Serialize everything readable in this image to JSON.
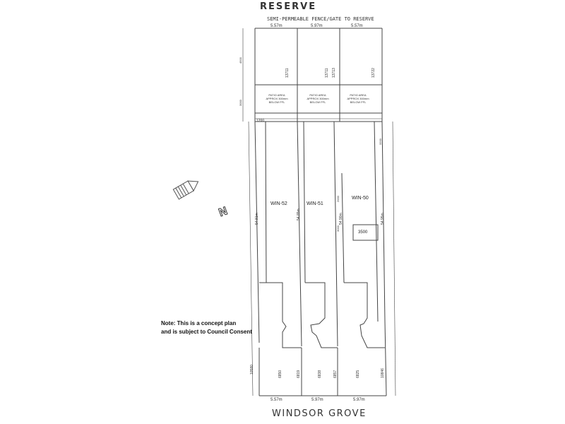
{
  "streets": {
    "top": "RESERVE",
    "bottom": "WINDSOR GROVE"
  },
  "fence_note": "SEMI-PERMEABLE FENCE/GATE TO RESERVE",
  "note": {
    "line1": "Note: This is a concept plan",
    "line2": "and is subject to Council Consent"
  },
  "lots": [
    {
      "id": "WIN-52",
      "length": "54.81m",
      "rear_depth": "13711",
      "front_depth": "6850",
      "front_depth2": "6819",
      "patio": [
        "PATIO AREA",
        "APPROX 300mm",
        "BELOW FFL"
      ],
      "top_width": "5.57m",
      "bottom_width": "5.57m"
    },
    {
      "id": "WIN-51",
      "length": "54.85m",
      "rear_depth": "13711",
      "front_depth": "6838",
      "front_depth2": "6857",
      "patio": [
        "PATIO AREA",
        "APPROX 300mm",
        "BELOW FFL"
      ],
      "top_width": "5.97m",
      "bottom_width": "5.97m"
    },
    {
      "id": "WIN-50",
      "length": "54.90m",
      "length2": "54.95m",
      "rear_depth": "13722",
      "rear_depth2": "13713",
      "front_depth": "6825",
      "patio": [
        "PATIO AREA",
        "APPROX 300mm",
        "BELOW FFL"
      ],
      "top_width": "5.57m",
      "bottom_width": "5.97m"
    }
  ],
  "dimensions": {
    "left_top": "4500",
    "left_mid": "3000",
    "left_bottom": "10580",
    "right_bottom": "10846",
    "setback": "1200",
    "win50_setback": "3500",
    "small_a": "3200",
    "small_b": "3000",
    "small_c": "2000"
  },
  "north_label": "N",
  "colors": {
    "line": "#333333",
    "text": "#222222"
  }
}
